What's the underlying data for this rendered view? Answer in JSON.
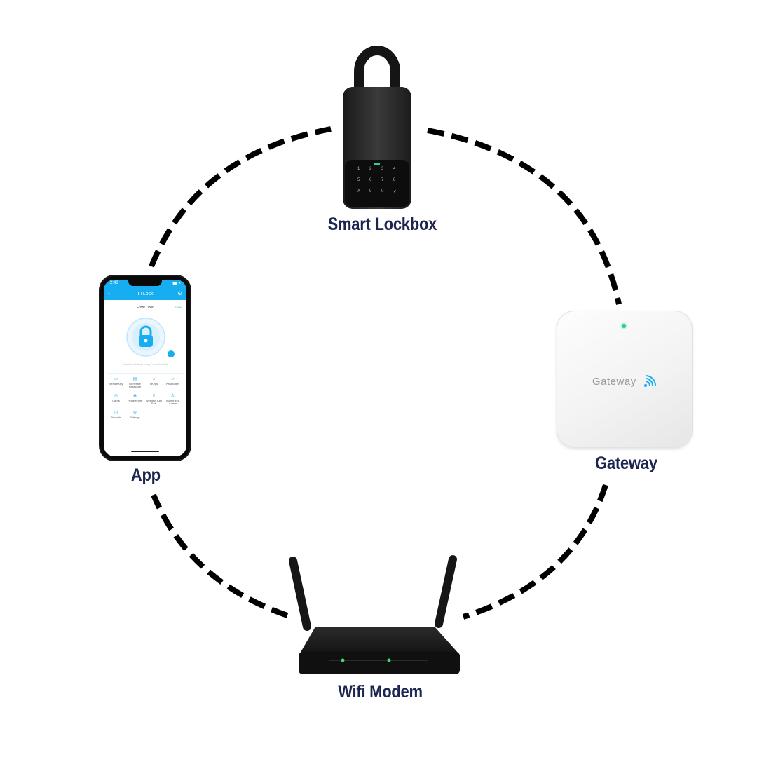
{
  "title": "",
  "nodes": {
    "lockbox": {
      "label": "Smart Lockbox"
    },
    "gateway": {
      "label": "Gateway",
      "device_text": "Gateway"
    },
    "modem": {
      "label": "Wifi Modem"
    },
    "app": {
      "label": "App",
      "screen": {
        "time": "2:43",
        "title": "TTLock",
        "lock_name": "Front Door",
        "battery": "100%",
        "hint": "Touch to Unlock, Long Press to Lock",
        "menu": [
          "Send eKey",
          "Generate Passcode",
          "eKeys",
          "Passcodes",
          "Cards",
          "Fingerprints",
          "Wireless Key Fob",
          "Authorized Admin",
          "Records",
          "Settings"
        ]
      }
    }
  },
  "keypad": [
    "1",
    "2",
    "3",
    "4",
    "5",
    "6",
    "7",
    "8",
    "X",
    "9",
    "0",
    "✓"
  ],
  "colors": {
    "label": "#1b2550",
    "accent": "#17aef1",
    "led": "#2fd08a",
    "connector": "#000000"
  }
}
